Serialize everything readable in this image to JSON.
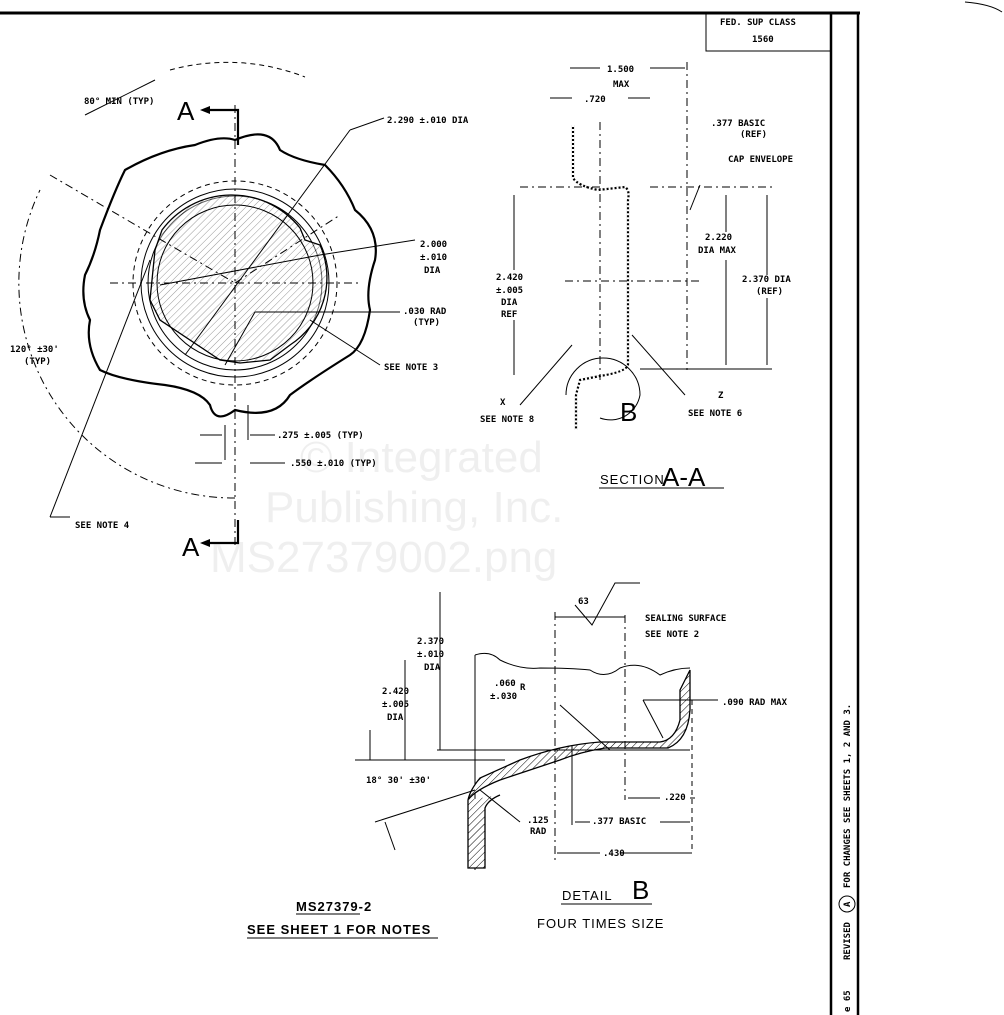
{
  "title_block": {
    "line1": "FED. SUP CLASS",
    "line2": "1560"
  },
  "front_view": {
    "angle_min": "80° MIN (TYP)",
    "section_letter_top": "A",
    "section_letter_bottom": "A",
    "dia_2290": "2.290 ±.010 DIA",
    "dia_2000": [
      "2.000",
      "±.010",
      "DIA"
    ],
    "rad_030": [
      ".030 RAD",
      "(TYP)"
    ],
    "see_note_3": "SEE NOTE 3",
    "angle_120": [
      "120° ±30'",
      "(TYP)"
    ],
    "dim_275": ".275 ±.005 (TYP)",
    "dim_550": ".550 ±.010 (TYP)",
    "see_note_4": "SEE NOTE 4"
  },
  "section_aa": {
    "dim_1500": [
      "1.500",
      "MAX"
    ],
    "dim_720": ".720",
    "dim_377": [
      ".377 BASIC",
      "(REF)"
    ],
    "cap_envelope": "CAP ENVELOPE",
    "dia_2220": [
      "2.220",
      "DIA MAX"
    ],
    "dia_2420": [
      "2.420",
      "±.005",
      "DIA",
      "REF"
    ],
    "dia_2370": [
      "2.370 DIA",
      "(REF)"
    ],
    "x_label": "X",
    "see_note_8": "SEE NOTE 8",
    "detail_letter": "B",
    "z_label": "Z",
    "see_note_6": "SEE NOTE 6",
    "caption_word": "SECTION",
    "caption_letters": "A-A"
  },
  "detail_b": {
    "finish": "63",
    "sealing": [
      "SEALING SURFACE",
      "SEE NOTE 2"
    ],
    "dia_2370": [
      "2.370",
      "±.010",
      "DIA"
    ],
    "dia_2420": [
      "2.420",
      "±.005",
      "DIA"
    ],
    "rad_060": [
      ".060",
      "±.030",
      "R"
    ],
    "rad_090": ".090 RAD MAX",
    "angle": "18° 30' ±30'",
    "dim_220": ".220",
    "rad_125": [
      ".125",
      "RAD"
    ],
    "dim_377": ".377 BASIC",
    "dim_430": ".430",
    "caption_word": "DETAIL",
    "caption_letter": "B",
    "scale": "FOUR TIMES SIZE"
  },
  "part_number": "MS27379-2",
  "notes_ref": "SEE SHEET 1 FOR NOTES",
  "revision": {
    "label": "REVISED",
    "symbol": "A",
    "text": "FOR CHANGES SEE SHEETS 1, 2 AND 3.",
    "date_fragment": "e 65"
  },
  "watermark": [
    "© Integrated",
    "Publishing, Inc.",
    "MS27379002.png"
  ]
}
